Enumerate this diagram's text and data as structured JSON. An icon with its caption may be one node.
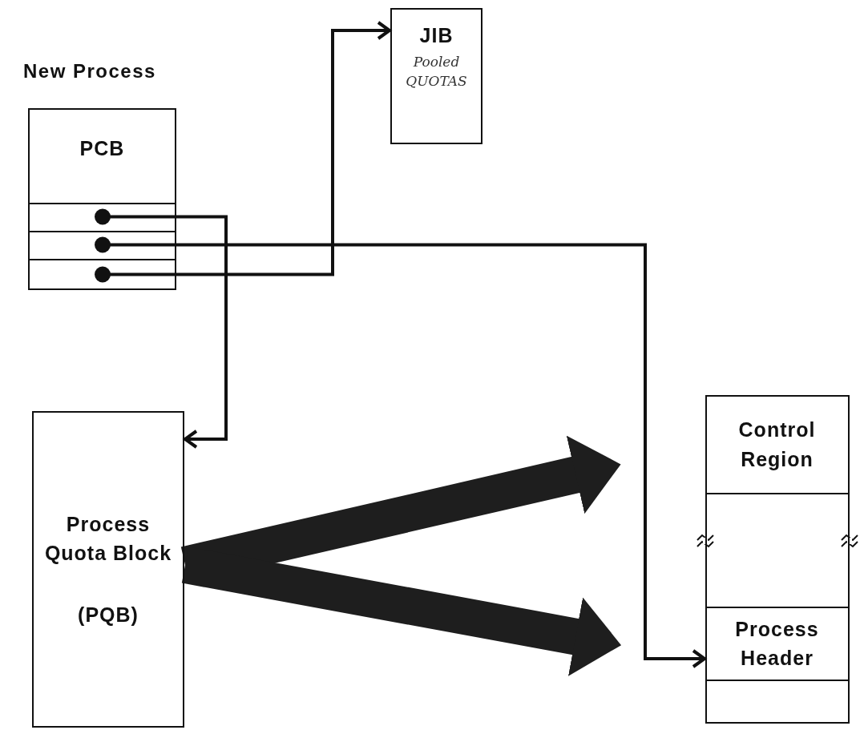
{
  "diagram": {
    "nodes": [
      {
        "text": [
          "New Process",
          "PCB"
        ]
      },
      {
        "text": [],
        "shape": "box",
        "in": 0
      },
      {
        "text": [],
        "shape": "box",
        "in": 0
      },
      {
        "text": [],
        "shape": "box",
        "in": 0
      },
      {
        "text": [
          "JIB",
          "Pooled QUOTAS"
        ]
      },
      {
        "text": [
          "Process Quota Block",
          "(PQB)"
        ]
      },
      {
        "text": [],
        "shape": "box"
      },
      {
        "text": [
          "Control Region"
        ],
        "in": 6
      },
      {
        "text": [],
        "shape": "box",
        "in": 6
      },
      {
        "text": [
          "Process Header"
        ],
        "in": 6
      },
      {
        "text": [],
        "shape": "box",
        "in": 6
      }
    ],
    "edges": [
      {
        "from": 1,
        "to": 5,
        "arrow": "to"
      },
      {
        "from": 2,
        "to": 9,
        "arrow": "to"
      },
      {
        "from": 3,
        "to": 4,
        "arrow": "to"
      },
      {
        "from": 5,
        "to": 8,
        "arrow": "to",
        "style": "thick"
      },
      {
        "from": 5,
        "to": 9,
        "arrow": "to",
        "style": "thick"
      }
    ]
  }
}
